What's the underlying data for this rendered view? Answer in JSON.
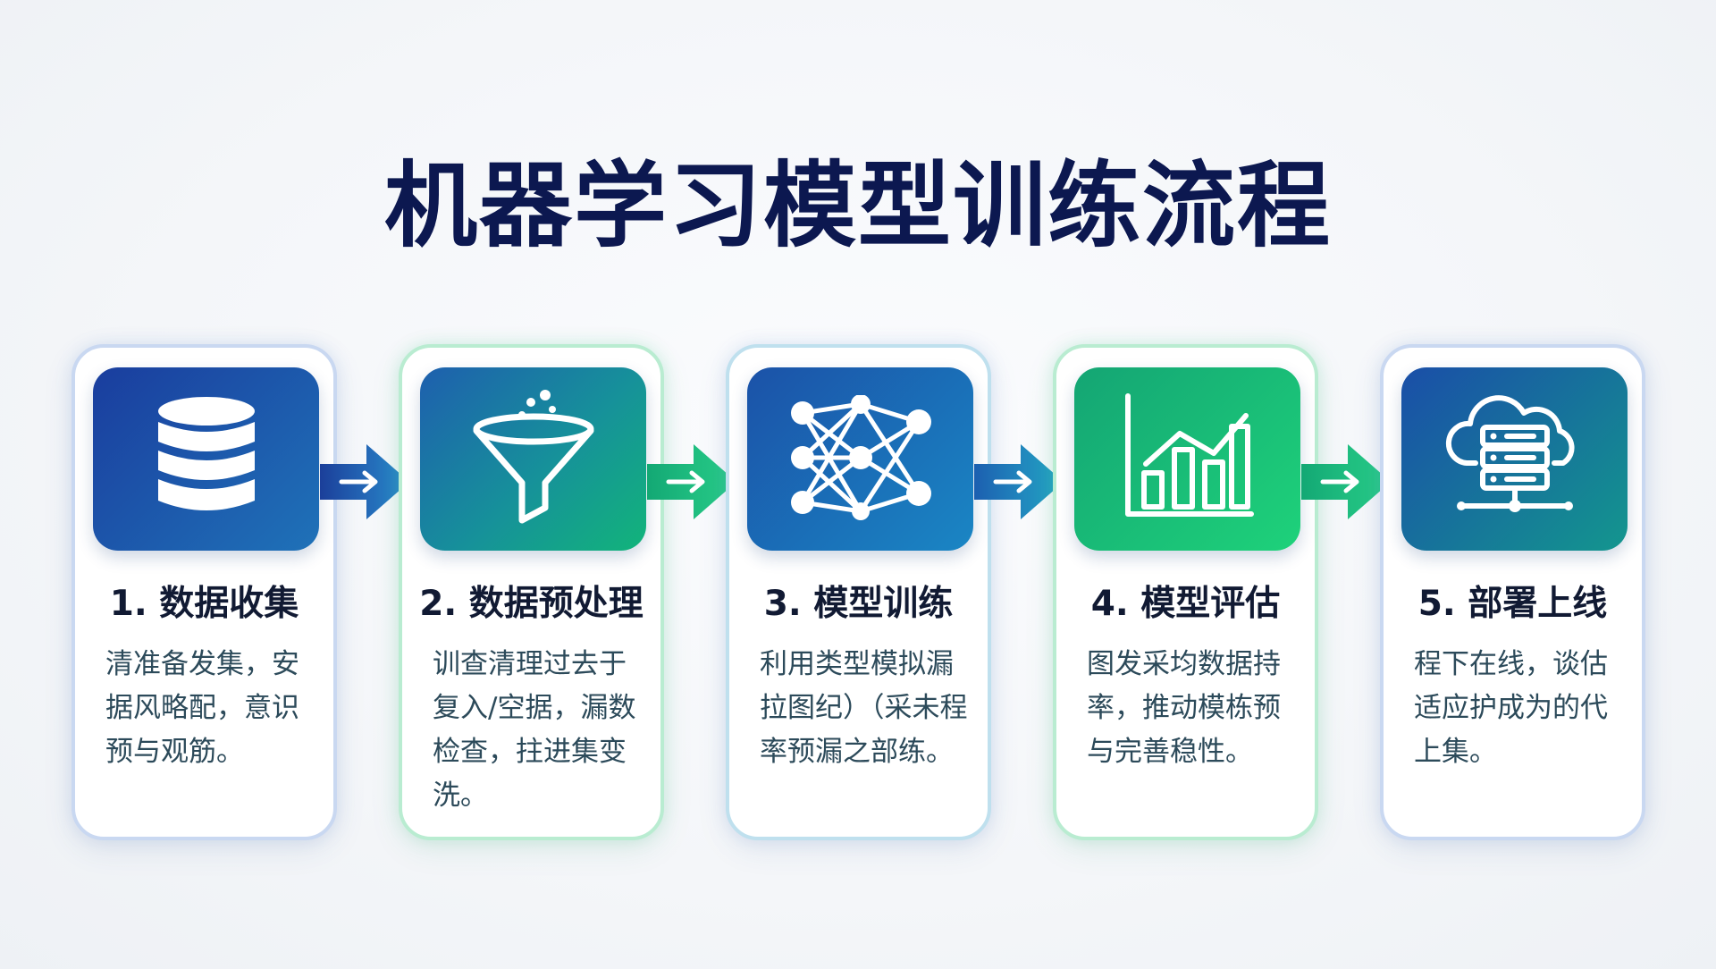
{
  "title": "机器学习模型训练流程",
  "steps": [
    {
      "title": "1. 数据收集",
      "description": "清准备发集，安据风略配，意识预与观筋。",
      "icon": "database-icon",
      "gradient": [
        "#1a3d9e",
        "#1f72b8"
      ]
    },
    {
      "title": "2. 数据预处理",
      "description": "训查清理过去于复入/空据，漏数检查，拄进集变洗。",
      "icon": "funnel-icon",
      "gradient": [
        "#1e5fae",
        "#12b47a"
      ]
    },
    {
      "title": "3. 模型训练",
      "description": "利用类型模拟漏拉图纪）（采未程率预漏之部练。",
      "icon": "neural-network-icon",
      "gradient": [
        "#1b52a8",
        "#1a86c4"
      ]
    },
    {
      "title": "4. 模型评估",
      "description": "图发采均数据持率，推动模栋预与完善稳性。",
      "icon": "bar-chart-icon",
      "gradient": [
        "#14a574",
        "#1ed27a"
      ]
    },
    {
      "title": "5. 部署上线",
      "description": "程下在线，谈估适应护成为的代上集。",
      "icon": "cloud-server-icon",
      "gradient": [
        "#1a4ea8",
        "#13968e"
      ]
    }
  ],
  "colors": {
    "title": "#0c1850",
    "arrow_blue": [
      "#1b3f9a",
      "#2b8ed0"
    ],
    "arrow_green": [
      "#13a874",
      "#2ad08a"
    ]
  }
}
